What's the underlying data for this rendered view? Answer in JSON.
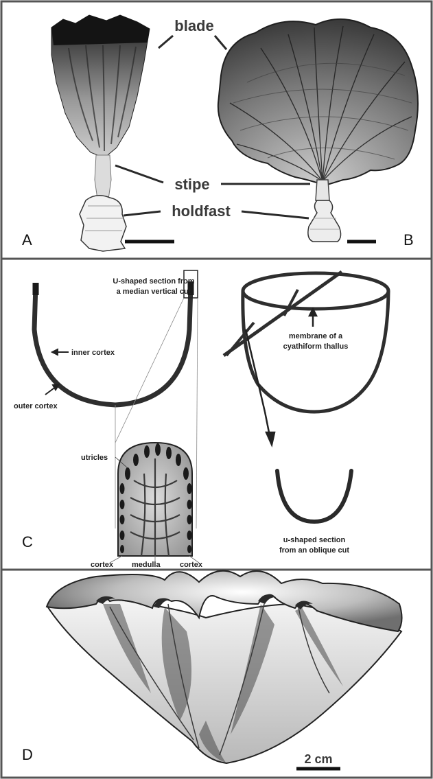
{
  "panels": {
    "a": {
      "letter": "A"
    },
    "b": {
      "letter": "B"
    },
    "c": {
      "letter": "C"
    },
    "d": {
      "letter": "D"
    }
  },
  "labels_ab": {
    "blade": "blade",
    "stipe": "stipe",
    "holdfast": "holdfast"
  },
  "labels_c": {
    "u_section_line1": "U-shaped section from",
    "u_section_line2": "a median vertical cut",
    "inner_cortex": "inner cortex",
    "outer_cortex": "outer cortex",
    "membrane_line1": "membrane of a",
    "membrane_line2": "cyathiform thallus",
    "utricles": "utricles",
    "cortex_left": "cortex",
    "medulla": "medulla",
    "cortex_right": "cortex",
    "oblique_line1": "u-shaped section",
    "oblique_line2": "from an oblique cut"
  },
  "scale_d": {
    "label": "2 cm"
  },
  "colors": {
    "frame": "#555555",
    "ink": "#2a2a2a",
    "specimen_dark": "#1e1e1e",
    "holdfast": "#f2f2f2"
  }
}
